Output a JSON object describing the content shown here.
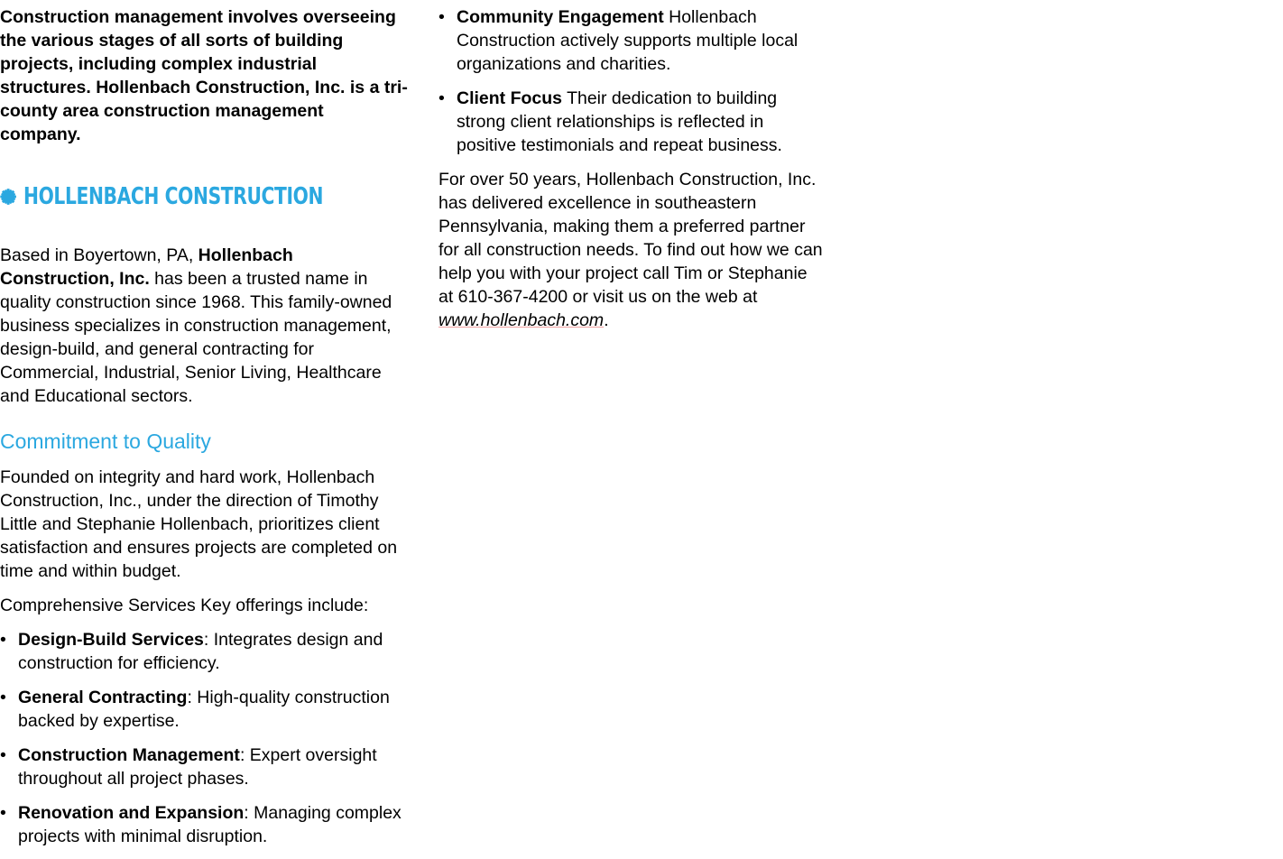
{
  "intro": "Construction management involves overseeing the various stages of all sorts of building projects, including complex industrial structures. Hollenbach Construction, Inc. is a tri-county area construction management company.",
  "logo": {
    "text": "HOLLENBACH CONSTRUCTION",
    "icon": "gear-icon",
    "color": "#2ba8e0"
  },
  "about": {
    "prefix": "Based in Boyertown, PA, ",
    "company": "Hollenbach Construction, Inc.",
    "rest": " has been a trusted name in quality construction since 1968. This family-owned business specializes in construction management, design-build, and general contracting for Commercial, Industrial, Senior Living, Healthcare and Educational sectors."
  },
  "commitment": {
    "heading": "Commitment to Quality",
    "text": "Founded on integrity and hard work, Hollenbach Construction, Inc., under the direction of Timothy Little and Stephanie Hollenbach, prioritizes client satisfaction and ensures projects are completed on time and within budget."
  },
  "services": {
    "intro": "Comprehensive Services Key offerings include:",
    "items": [
      {
        "title": "Design-Build Services",
        "desc": ": Integrates design and construction for efficiency."
      },
      {
        "title": "General Contracting",
        "desc": ": High-quality construction backed by expertise."
      },
      {
        "title": "Construction Management",
        "desc": ": Expert oversight throughout all project phases."
      },
      {
        "title": "Renovation and Expansion",
        "desc": ": Managing complex projects with minimal disruption."
      }
    ]
  },
  "values": {
    "items": [
      {
        "title": "Community Engagement",
        "desc": " Hollenbach Construction actively supports multiple local organizations and charities."
      },
      {
        "title": "Client Focus",
        "desc": " Their dedication to building strong client relationships is reflected in positive testimonials and repeat business."
      }
    ]
  },
  "closing": {
    "text": "For over 50 years, Hollenbach Construction, Inc.  has delivered excellence in southeastern Pennsylvania, making them a preferred partner for all construction needs. To find out how we can help you with your project call Tim or Stephanie at 610-367-4200 or visit us on the web at ",
    "link": "www.hollenbach.com",
    "end": "."
  },
  "colors": {
    "accent": "#2ba8e0",
    "text": "#000000"
  }
}
